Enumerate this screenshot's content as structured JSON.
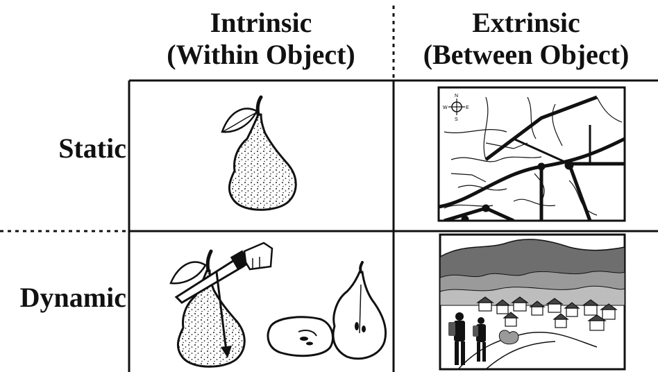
{
  "columns": {
    "intrinsic": {
      "line1": "Intrinsic",
      "line2": "(Within Object)"
    },
    "extrinsic": {
      "line1": "Extrinsic",
      "line2": "(Between Object)"
    }
  },
  "rows": {
    "static": "Static",
    "dynamic": "Dynamic"
  },
  "map_compass": {
    "n": "N",
    "s": "S",
    "e": "E",
    "w": "W"
  }
}
